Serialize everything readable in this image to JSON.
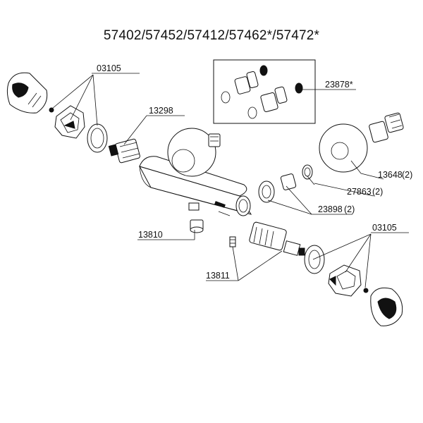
{
  "title": "57402/57452/57412/57462*/57472*",
  "labels": {
    "p03105_top": "03105",
    "p13298": "13298",
    "p23878": "23878*",
    "p13648": "13648",
    "p13648_qty": "(2)",
    "p27863": "27863",
    "p27863_qty": "(2)",
    "p23898": "23898",
    "p23898_qty": "(2)",
    "p13810": "13810",
    "p03105_bottom": "03105",
    "p13811": "13811"
  }
}
